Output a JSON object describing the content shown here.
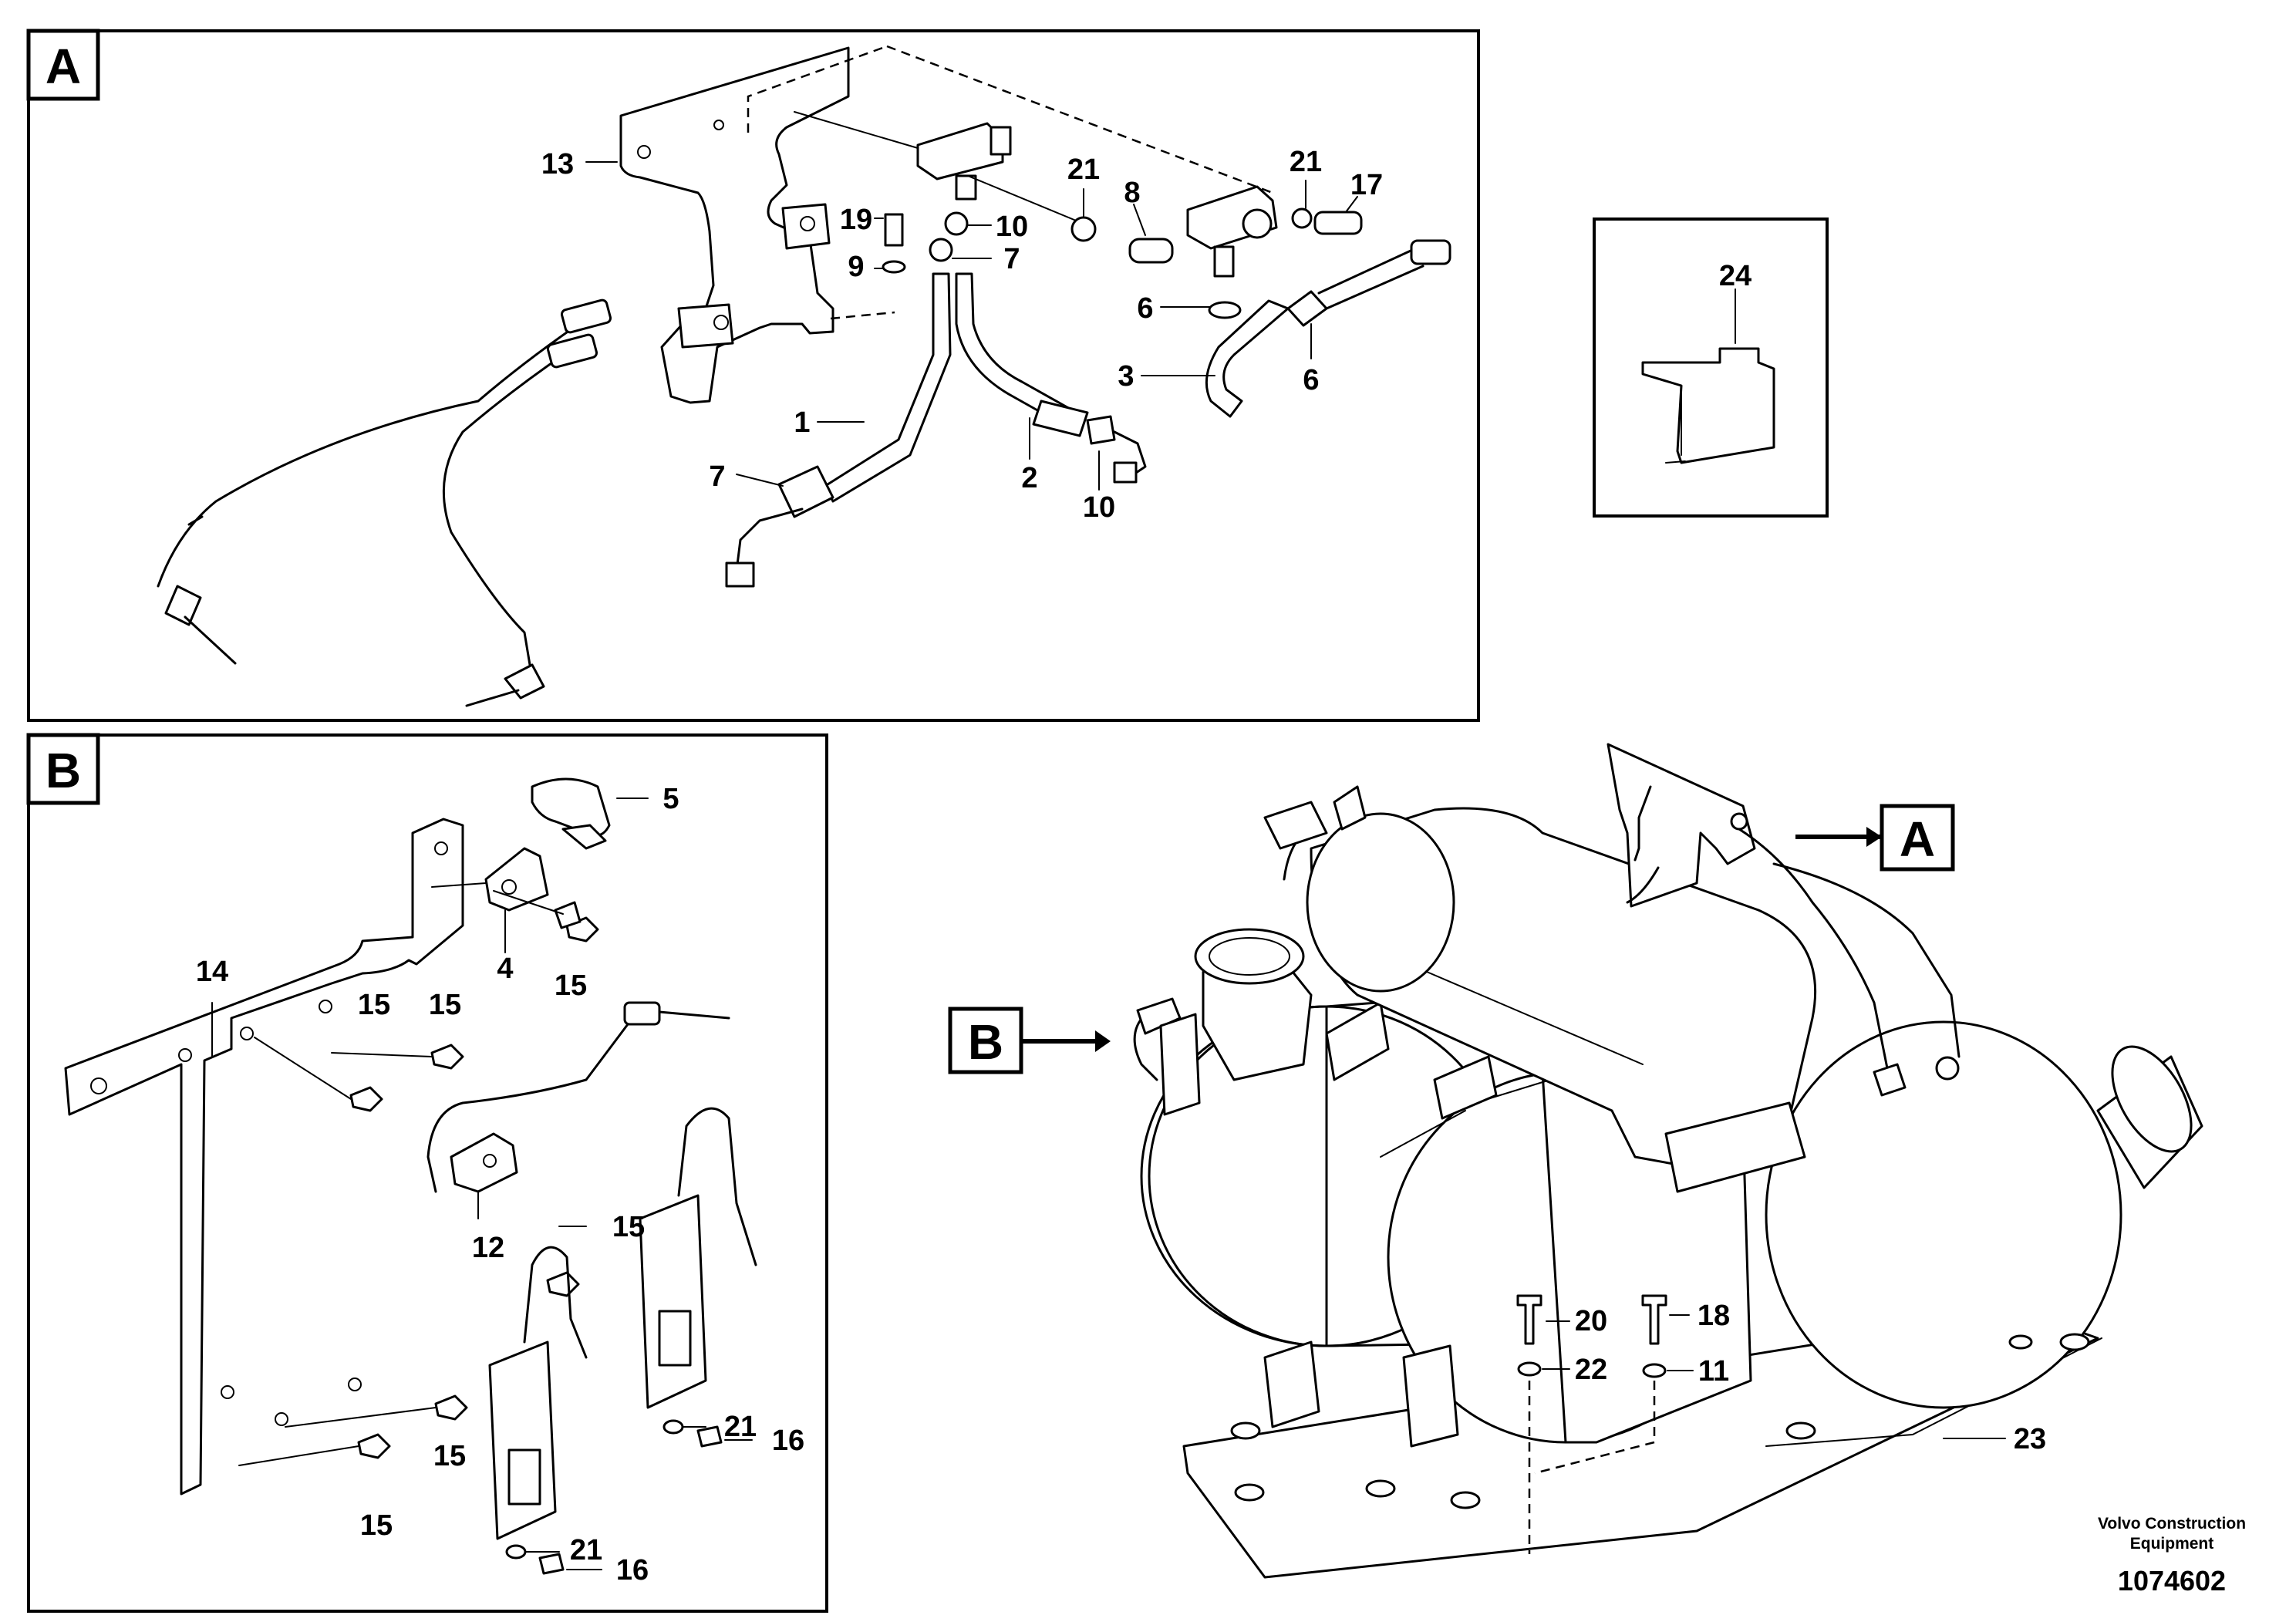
{
  "detail_tags": {
    "a": "A",
    "b": "B"
  },
  "labels": {
    "a": {
      "n13": "13",
      "n19": "19",
      "n9": "9",
      "n10_top": "10",
      "n7_top": "7",
      "n21_left": "21",
      "n8": "8",
      "n21_right": "21",
      "n17": "17",
      "n6_left": "6",
      "n3": "3",
      "n6_right": "6",
      "n1": "1",
      "n7_bottom": "7",
      "n2": "2",
      "n10_bottom": "10"
    },
    "inset": {
      "n24": "24"
    },
    "b": {
      "n5": "5",
      "n4": "4",
      "n15_a": "15",
      "n14": "14",
      "n15_b": "15",
      "n15_c": "15",
      "n15_d": "15",
      "n12": "12",
      "n15_e": "15",
      "n21_a": "21",
      "n16_a": "16",
      "n21_b": "21",
      "n16_b": "16"
    },
    "main": {
      "n20": "20",
      "n18": "18",
      "n22": "22",
      "n11": "11",
      "n23": "23"
    }
  },
  "footer": {
    "brand_line1": "Volvo Construction",
    "brand_line2": "Equipment",
    "doc_number": "1074602"
  }
}
